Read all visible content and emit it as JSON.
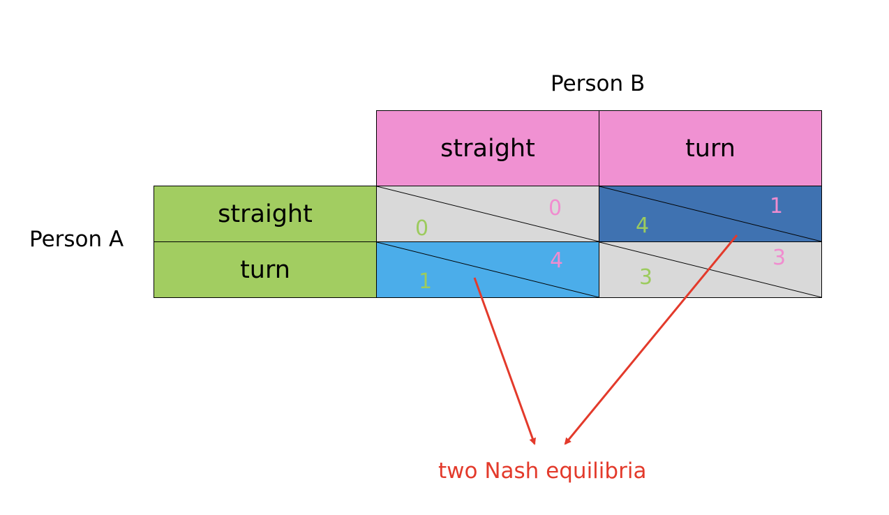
{
  "players": {
    "column_player": "Person B",
    "row_player": "Person A"
  },
  "strategies": {
    "columns": [
      "straight",
      "turn"
    ],
    "rows": [
      "straight",
      "turn"
    ]
  },
  "payoffs": [
    [
      {
        "a": "0",
        "b": "0"
      },
      {
        "a": "4",
        "b": "1"
      }
    ],
    [
      {
        "a": "1",
        "b": "4"
      },
      {
        "a": "3",
        "b": "3"
      }
    ]
  ],
  "caption": "two Nash equilibria",
  "colors": {
    "column_header_fill": "#f091d2",
    "row_header_fill": "#a2cd61",
    "neutral_cell_fill": "#d9d9d9",
    "equilibrium_fill_top_right": "#3f72b1",
    "equilibrium_fill_bottom_left": "#4badea",
    "row_player_payoff": "#9ccb5e",
    "column_player_payoff": "#f08ccf",
    "annotation": "#e33a2b"
  }
}
